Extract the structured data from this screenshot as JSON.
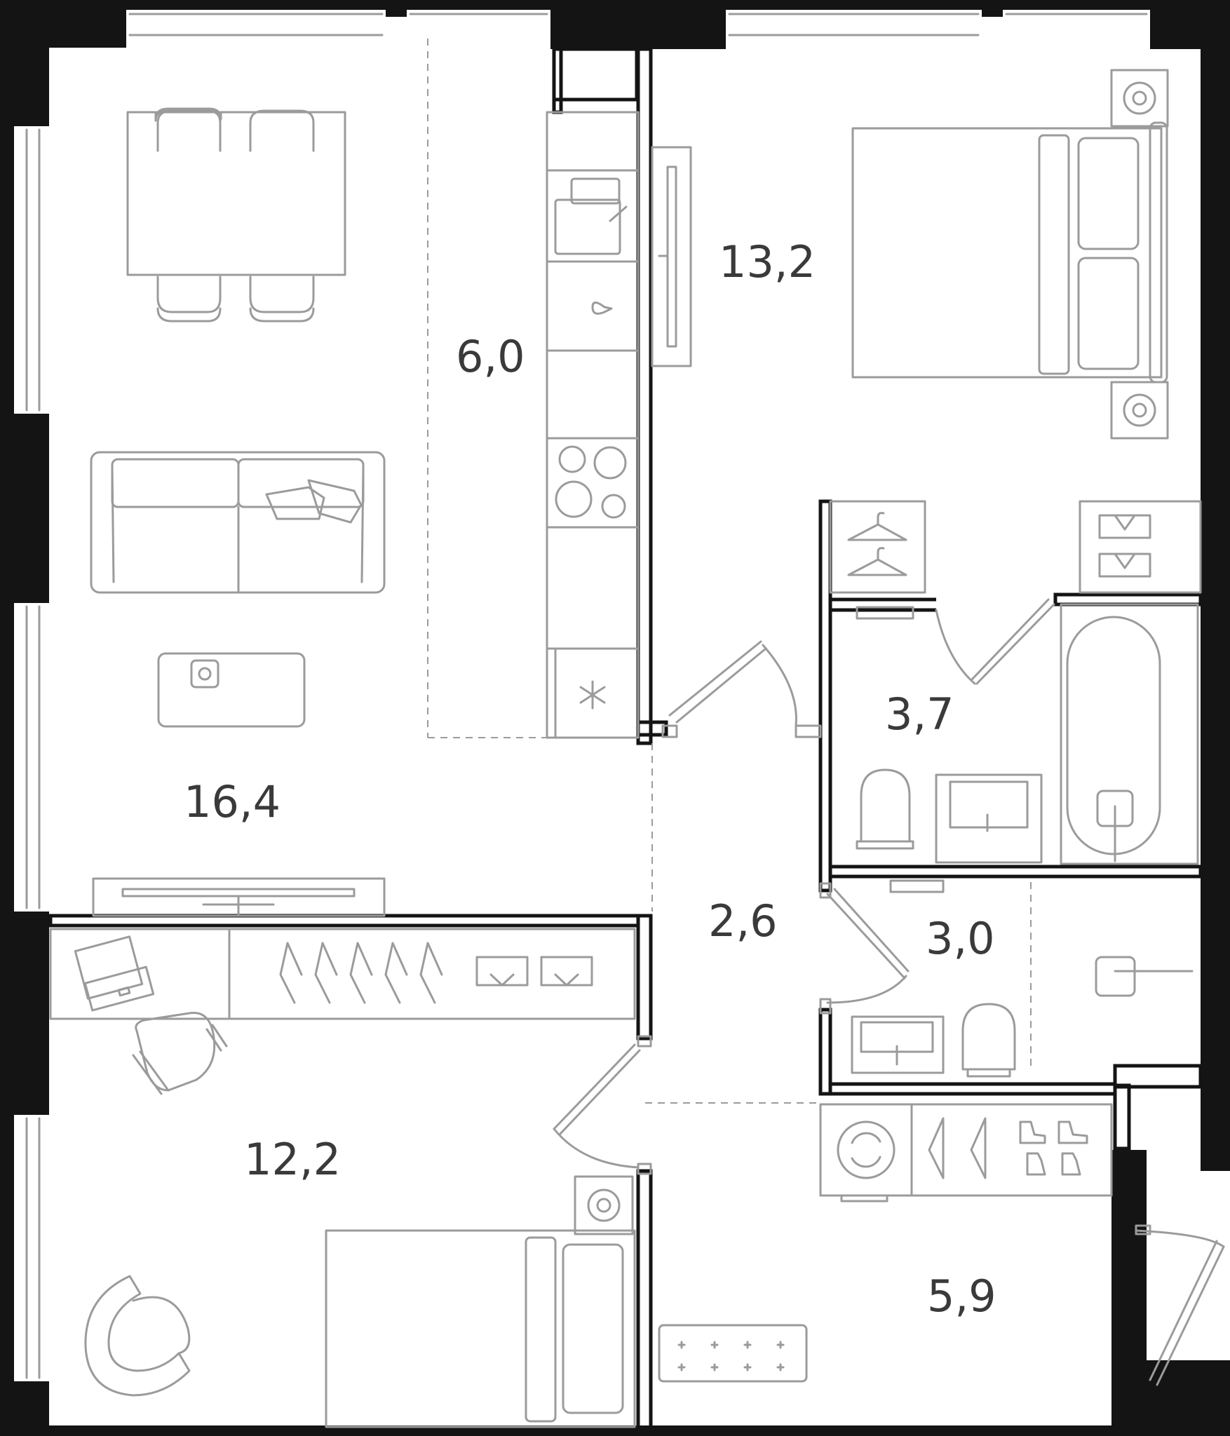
{
  "rooms": [
    {
      "id": "living",
      "area": "16,4"
    },
    {
      "id": "kitchen",
      "area": "6,0"
    },
    {
      "id": "bedroom-main",
      "area": "13,2"
    },
    {
      "id": "bathroom",
      "area": "3,7"
    },
    {
      "id": "corridor",
      "area": "2,6"
    },
    {
      "id": "wc",
      "area": "3,0"
    },
    {
      "id": "bedroom-second",
      "area": "12,2"
    },
    {
      "id": "hall",
      "area": "5,9"
    }
  ],
  "colors": {
    "wall": "#141414",
    "furniture": "#9b9b9b",
    "label": "#3a3a3a"
  }
}
